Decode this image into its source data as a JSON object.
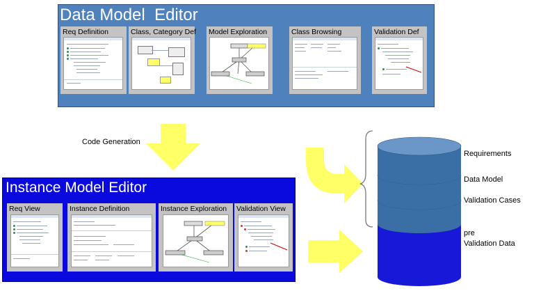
{
  "top_panel": {
    "title": "Data Model  Editor",
    "cards": [
      {
        "label": "Req Definition"
      },
      {
        "label": "Class, Category Def"
      },
      {
        "label": "Model Exploration"
      },
      {
        "label": "Class Browsing"
      },
      {
        "label": "Validation Def"
      }
    ]
  },
  "bottom_panel": {
    "title": "Instance Model Editor",
    "cards": [
      {
        "label": "Req View"
      },
      {
        "label": "Instance Definition"
      },
      {
        "label": "Instance Exploration"
      },
      {
        "label": "Validation View"
      }
    ]
  },
  "code_generation_label": "Code Generation",
  "database": {
    "labels": [
      "Requirements",
      "Data Model",
      "Validation Cases",
      "pre\nValidation Data"
    ]
  },
  "colors": {
    "top_panel": "#4f81bd",
    "bottom_panel": "#0a0adf",
    "arrow": "#ffff66",
    "db_upper": "#3a6fa5",
    "db_lower": "#1a1ad8"
  }
}
